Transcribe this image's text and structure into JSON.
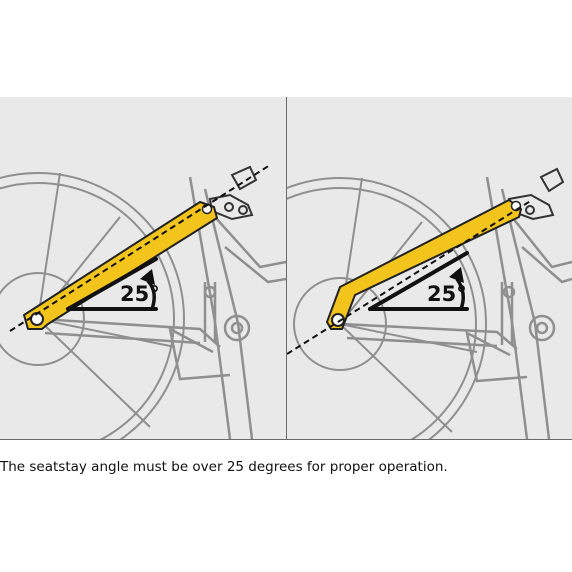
{
  "caption": "The seatstay angle must be over 25 degrees for proper operation.",
  "panels": [
    {
      "angle_label": "25°"
    },
    {
      "angle_label": "25°"
    }
  ],
  "colors": {
    "background": "#e9e9e9",
    "frame_line": "#8f8f8f",
    "seatstay": "#f2c41c",
    "seatstay_outline": "#222222",
    "reference_line": "#111111",
    "divider": "#6a6a6a"
  }
}
